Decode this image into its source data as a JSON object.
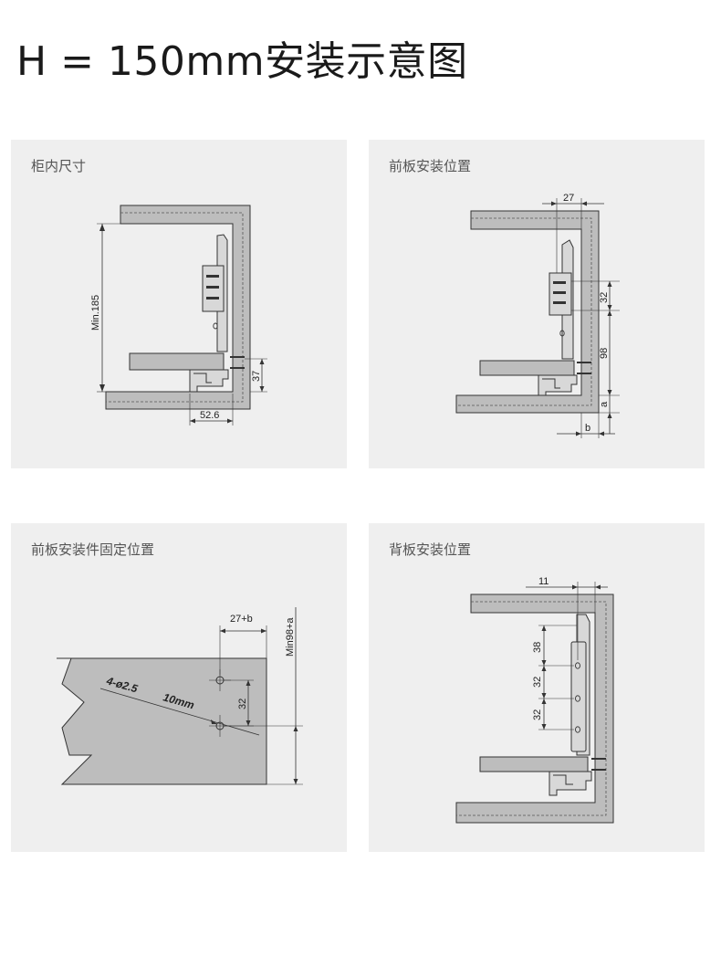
{
  "title": "H = 150mm安装示意图",
  "panels": [
    {
      "caption": "柜内尺寸",
      "dims": {
        "min_height": "Min.185",
        "rail_height": "37",
        "depth": "52.6"
      }
    },
    {
      "caption": "前板安装位置",
      "dims": {
        "top_offset": "27",
        "spacing": "32",
        "height": "98",
        "a": "a",
        "b": "b"
      }
    },
    {
      "caption": "前板安装件固定位置",
      "dims": {
        "offset": "27+b",
        "height": "Min98+a",
        "spacing": "32",
        "hole_spec": "4-ø2.5",
        "hole_depth": "10mm"
      }
    },
    {
      "caption": "背板安装位置",
      "dims": {
        "offset": "11",
        "top": "38",
        "spacing_1": "32",
        "spacing_2": "32"
      }
    }
  ],
  "colors": {
    "panel_bg": "#efefef",
    "board": "#bdbdbd",
    "metal": "#d8d8d8",
    "line": "#333333"
  }
}
